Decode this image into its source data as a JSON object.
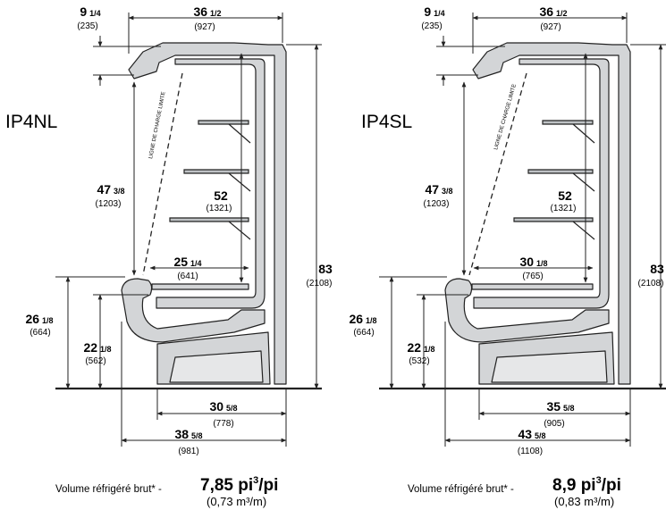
{
  "units_note": "imperial inches with millimetres in parentheses",
  "colors": {
    "case_fill": "#d3d5d7",
    "case_stroke": "#222222",
    "line": "#222222"
  },
  "diagrams": [
    {
      "model": "IP4NL",
      "load_line_label": "LIGNE DE CHARGE LIMITE",
      "dims": {
        "top_offset": {
          "whole": "9",
          "frac": "1/4",
          "mm": "(235)"
        },
        "top_width": {
          "whole": "36",
          "frac": "1/2",
          "mm": "(927)"
        },
        "canopy_height": {
          "whole": "47",
          "frac": "3/8",
          "mm": "(1203)"
        },
        "shelf_height": {
          "whole": "52",
          "frac": "",
          "mm": "(1321)"
        },
        "deck_depth": {
          "whole": "25",
          "frac": "1/4",
          "mm": "(641)"
        },
        "total_height": {
          "whole": "83",
          "frac": "",
          "mm": "(2108)"
        },
        "rail_height": {
          "whole": "26",
          "frac": "1/8",
          "mm": "(664)"
        },
        "deck_height": {
          "whole": "22",
          "frac": "1/8",
          "mm": "(562)"
        },
        "base_depth": {
          "whole": "30",
          "frac": "5/8",
          "mm": "(778)"
        },
        "overall_depth": {
          "whole": "38",
          "frac": "5/8",
          "mm": "(981)"
        }
      },
      "volume": {
        "label": "Volume réfrigéré brut* -",
        "value": "7,85 pi",
        "sup": "3",
        "unit": "/pi",
        "metric": "(0,73 m³/m)"
      }
    },
    {
      "model": "IP4SL",
      "load_line_label": "LIGNE DE CHARGE LIMITE",
      "dims": {
        "top_offset": {
          "whole": "9",
          "frac": "1/4",
          "mm": "(235)"
        },
        "top_width": {
          "whole": "36",
          "frac": "1/2",
          "mm": "(927)"
        },
        "canopy_height": {
          "whole": "47",
          "frac": "3/8",
          "mm": "(1203)"
        },
        "shelf_height": {
          "whole": "52",
          "frac": "",
          "mm": "(1321)"
        },
        "deck_depth": {
          "whole": "30",
          "frac": "1/8",
          "mm": "(765)"
        },
        "total_height": {
          "whole": "83",
          "frac": "",
          "mm": "(2108)"
        },
        "rail_height": {
          "whole": "26",
          "frac": "1/8",
          "mm": "(664)"
        },
        "deck_height": {
          "whole": "22",
          "frac": "1/8",
          "mm": "(532)"
        },
        "base_depth": {
          "whole": "35",
          "frac": "5/8",
          "mm": "(905)"
        },
        "overall_depth": {
          "whole": "43",
          "frac": "5/8",
          "mm": "(1108)"
        }
      },
      "volume": {
        "label": "Volume réfrigéré brut* -",
        "value": "8,9 pi",
        "sup": "3",
        "unit": "/pi",
        "metric": "(0,83 m³/m)"
      }
    }
  ]
}
